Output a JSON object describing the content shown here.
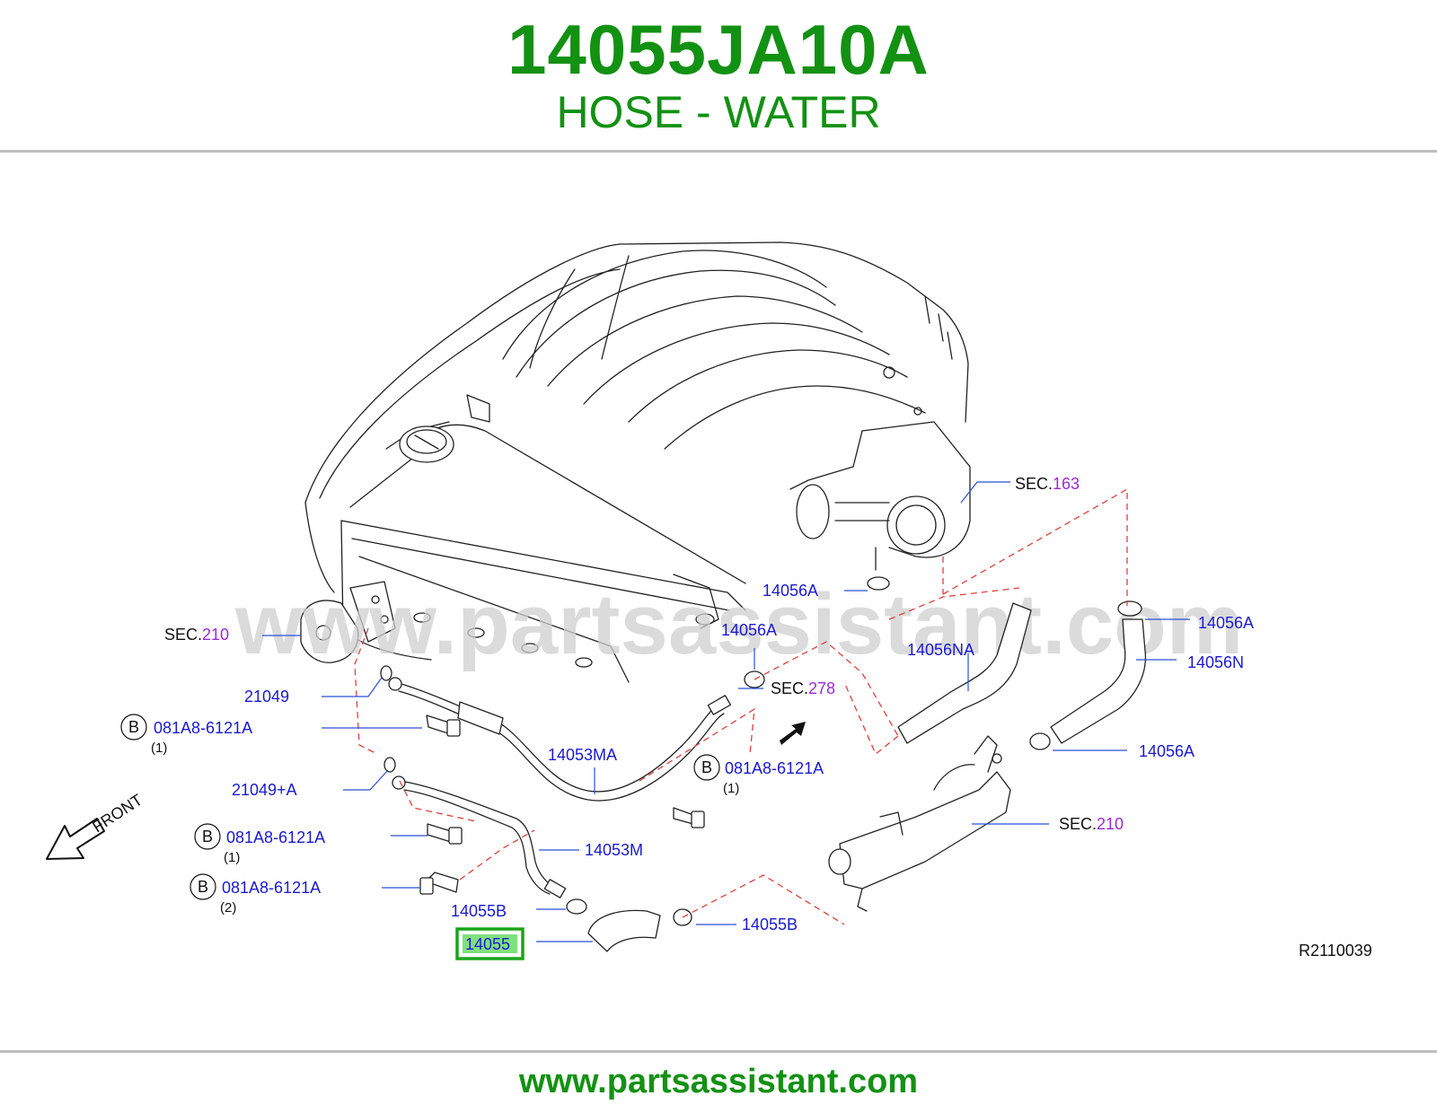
{
  "header": {
    "part_number": "14055JA10A",
    "part_name": "HOSE - WATER"
  },
  "footer": {
    "url": "www.partsassistant.com"
  },
  "diagram": {
    "watermark": "www.partsassistant.com",
    "ref_code": "R2110039",
    "front_label": "FRONT",
    "sec_prefix": "SEC.",
    "bolt_letter": "B",
    "labels": {
      "sec_163": "163",
      "sec_210_left": "210",
      "sec_210_right": "210",
      "sec_278": "278",
      "p14056A_top": "14056A",
      "p14056A_mid": "14056A",
      "p14056A_right": "14056A",
      "p14056A_lower": "14056A",
      "p14056NA": "14056NA",
      "p14056N": "14056N",
      "p21049": "21049",
      "p21049A": "21049+A",
      "p14053MA": "14053MA",
      "p14053M": "14053M",
      "p14055B_left": "14055B",
      "p14055B_right": "14055B",
      "p14055": "14055",
      "bolt1": "081A8-6121A",
      "bolt1_qty": "(1)",
      "bolt2": "081A8-6121A",
      "bolt2_qty": "(1)",
      "bolt3": "081A8-6121A",
      "bolt3_qty": "(1)",
      "bolt4": "081A8-6121A",
      "bolt4_qty": "(2)"
    },
    "colors": {
      "brand_green": "#139113",
      "label_blue": "#1a1ad0",
      "sec_purple": "#9a2bd6",
      "dash_red": "#e0403a",
      "highlight_green": "#1aa51a",
      "highlight_fill": "#7fe07f"
    }
  }
}
